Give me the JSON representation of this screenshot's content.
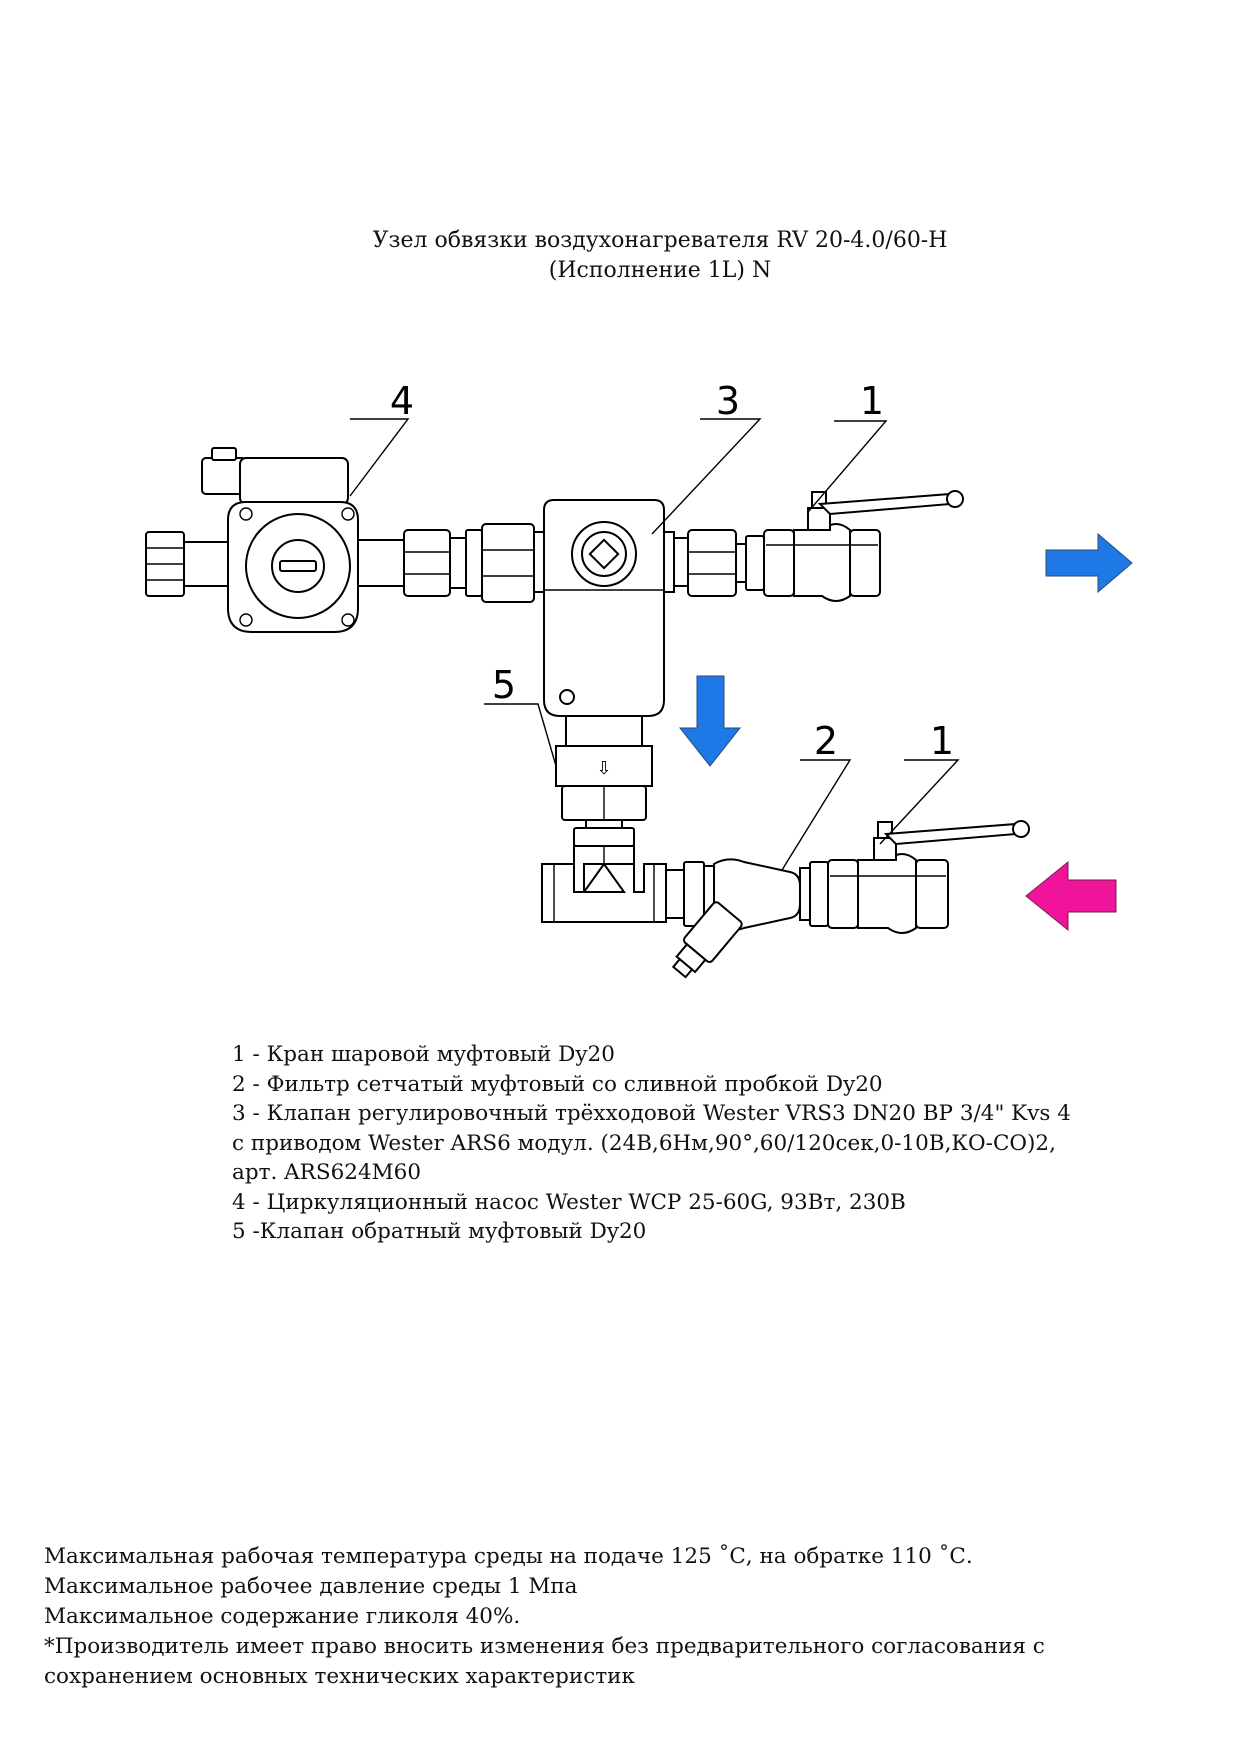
{
  "title": {
    "line1": "Узел обвязки воздухонагревателя RV 20-4.0/60-H",
    "line2": "(Исполнение 1L) N"
  },
  "callouts": [
    {
      "number": "1"
    },
    {
      "number": "1"
    },
    {
      "number": "2"
    },
    {
      "number": "3"
    },
    {
      "number": "4"
    },
    {
      "number": "5"
    }
  ],
  "arrows": {
    "supply_out": {
      "direction": "right",
      "color": "#1E78E6"
    },
    "down_flow": {
      "direction": "down",
      "color": "#1E78E6"
    },
    "return_in": {
      "direction": "left",
      "color": "#F0149A"
    }
  },
  "valve_flow_symbol": "⇩",
  "legend": [
    "1 - Кран шаровой муфтовый Dy20",
    "2 - Фильтр сетчатый муфтовый со сливной пробкой Dy20",
    "3 - Клапан регулировочный трёхходовой Wester VRS3 DN20 ВР 3/4\" Kvs 4",
    " с приводом Wester ARS6 модул. (24В,6Нм,90°,60/120сек,0-10В,КО-СО)2,",
    "арт. ARS624M60",
    "4 - Циркуляционный насос Wester WCP 25-60G, 93Вт, 230В",
    "5 -Клапан обратный муфтовый Dy20"
  ],
  "notes": [
    "Максимальная рабочая температура среды на подаче 125 ˚С, на обратке 110 ˚С.",
    "Максимальное рабочее давление среды 1 Мпа",
    "Максимальное содержание гликоля 40%.",
    "*Производитель имеет право вносить изменения без предварительного согласования с",
    "сохранением основных технических характеристик"
  ]
}
